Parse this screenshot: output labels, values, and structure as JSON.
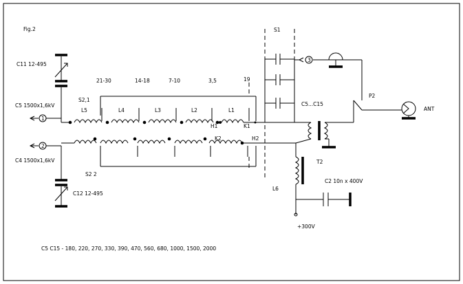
{
  "figure": {
    "title": "Fig.2",
    "labels": {
      "c11": "C11  12-495",
      "c5": "C5  1500x1,6kV",
      "c4": "C4  1500x1,6kV",
      "c12": "C12  12-495",
      "s21": "S2,1",
      "s22": "S2 2",
      "band_21_30": "21-30",
      "band_14_18": "14-18",
      "band_7_10": "7-10",
      "band_35": "3,5",
      "band_19": "19",
      "l5": "L5",
      "l4": "L4",
      "l3": "L3",
      "l2": "L2",
      "l1": "L1",
      "h1": "H1",
      "k1": "K1",
      "k2": "K2",
      "h2": "H2",
      "s1": "S1",
      "c5c15": "C5...C15",
      "t2": "T2",
      "l6": "L6",
      "c2": "C2  10n  x  400V",
      "p2": "P2",
      "ant": "ANT",
      "hv": "+300V",
      "port1": "1",
      "port2": "2",
      "port3": "3",
      "footnote": "C5  C15  -  180,  220,  270,  330,  390,  470,  560,  680,  1000,  1500,  2000"
    }
  }
}
